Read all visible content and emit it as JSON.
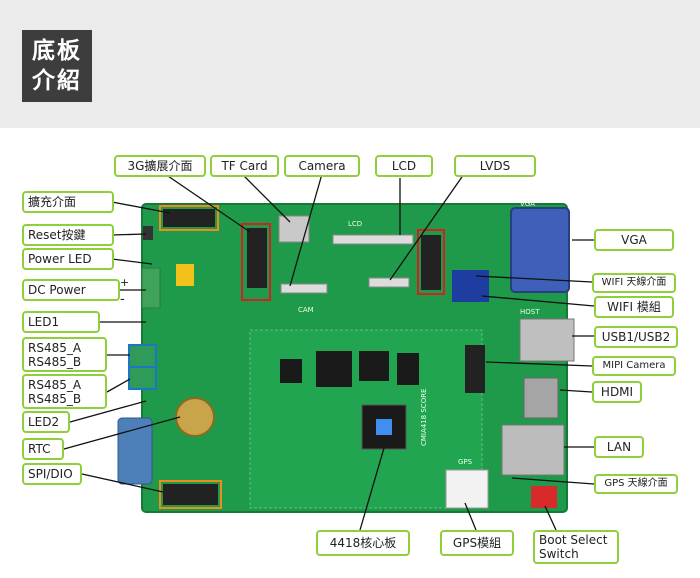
{
  "header": {
    "title_line1": "底板",
    "title_line2": "介紹"
  },
  "labels": {
    "lte": "3G擴展介面",
    "tf": "TF Card",
    "camera": "Camera",
    "lcd": "LCD",
    "lvds": "LVDS",
    "exp": "擴充介面",
    "reset": "Reset按鍵",
    "power_led": "Power LED",
    "dc_power": "DC Power",
    "led1": "LED1",
    "rs485_1a": "RS485_A",
    "rs485_1b": "RS485_B",
    "rs485_2a": "RS485_A",
    "rs485_2b": "RS485_B",
    "led2": "LED2",
    "rtc": "RTC",
    "spi": "SPI/DIO",
    "vga": "VGA",
    "wifi_ant": "WIFI 天線介面",
    "wifi_mod": "WIFI 模組",
    "usb": "USB1/USB2",
    "mipi": "MIPI Camera",
    "hdmi": "HDMI",
    "lan": "LAN",
    "gps_ant": "GPS 天線介面",
    "core": "4418核心板",
    "gps_mod": "GPS模組",
    "boot1": "Boot Select",
    "boot2": "Switch"
  },
  "board_text": {
    "plus": "+",
    "minus": "-",
    "vga_silk": "VGA",
    "host_silk": "HOST",
    "gps_silk": "GPS",
    "core_silk": "CMIA418 SCORE",
    "cam_silk": "CAM",
    "lcd_silk": "LCD"
  },
  "colors": {
    "board": "#1f9a4a",
    "label_border": "#8fcf3c",
    "highlight_red": "#d42020",
    "highlight_orange": "#f08a1c",
    "banner": "#ebebeb"
  }
}
